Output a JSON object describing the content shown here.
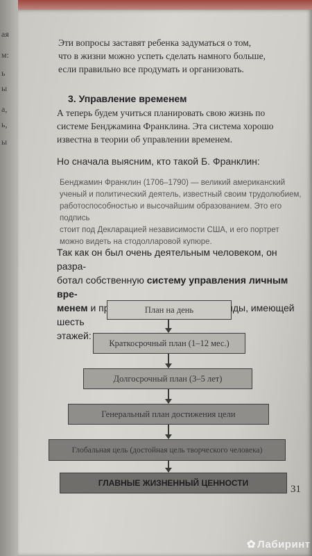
{
  "left_page": {
    "fragments": [
      "ая",
      "м:",
      "ь",
      "ы",
      "а,",
      "ь,",
      "ы"
    ]
  },
  "questions_paragraph": {
    "lines": [
      "Эти вопросы заставят ребенка задуматься о том,",
      "что в жизни можно успеть сделать намного больше,",
      "если правильно все продумать и организовать."
    ]
  },
  "section": {
    "heading": "3. Управление временем",
    "intro_lines": [
      "А теперь будем учиться планировать свою жизнь по",
      "системе Бенджамина Франклина. Эта система хорошо",
      "известна в теории об управлении временем."
    ],
    "lead": "Но сначала выясним, кто такой Б. Франклин:"
  },
  "bio": {
    "lines": [
      "Бенджамин Франклин (1706–1790) — великий американский",
      "ученый и политический деятель, известный своим трудолюбием,",
      "работоспособностью и высочайшим образованием. Это его подпись",
      "стоит под Декларацией независимости США, и его портрет",
      "можно видеть на стодолларовой купюре."
    ]
  },
  "method": {
    "line1": "Так как он был очень деятельным человеком, он разра-",
    "line2_pre": "ботал собственную ",
    "line2_bold": "систему управления личным вре-",
    "line3_bold": "менем",
    "line3_post": " и представил ее в виде пирамиды, имеющей шесть",
    "line4": "этажей:"
  },
  "pyramid": {
    "levels": [
      {
        "label": "План на день",
        "fill": "#cbcac4"
      },
      {
        "label": "Краткосрочный план (1–12 мес.)",
        "fill": "#b4b3ae"
      },
      {
        "label": "Долгосрочный план (3–5 лет)",
        "fill": "#a2a19c"
      },
      {
        "label": "Генеральный план достижения цели",
        "fill": "#8f8e8a"
      },
      {
        "label": "Глобальная цель (достойная цель творческого человека)",
        "fill": "#7d7c79"
      },
      {
        "label": "ГЛАВНЫЕ ЖИЗНЕННЫЙ ЦЕННОСТИ",
        "fill": "#6f6e6b"
      }
    ]
  },
  "page_number": "31",
  "watermark": "Лабиринт",
  "colors": {
    "page": "#d2d1cb",
    "text": "#2c2c2c",
    "border_red": "#a0473f"
  }
}
